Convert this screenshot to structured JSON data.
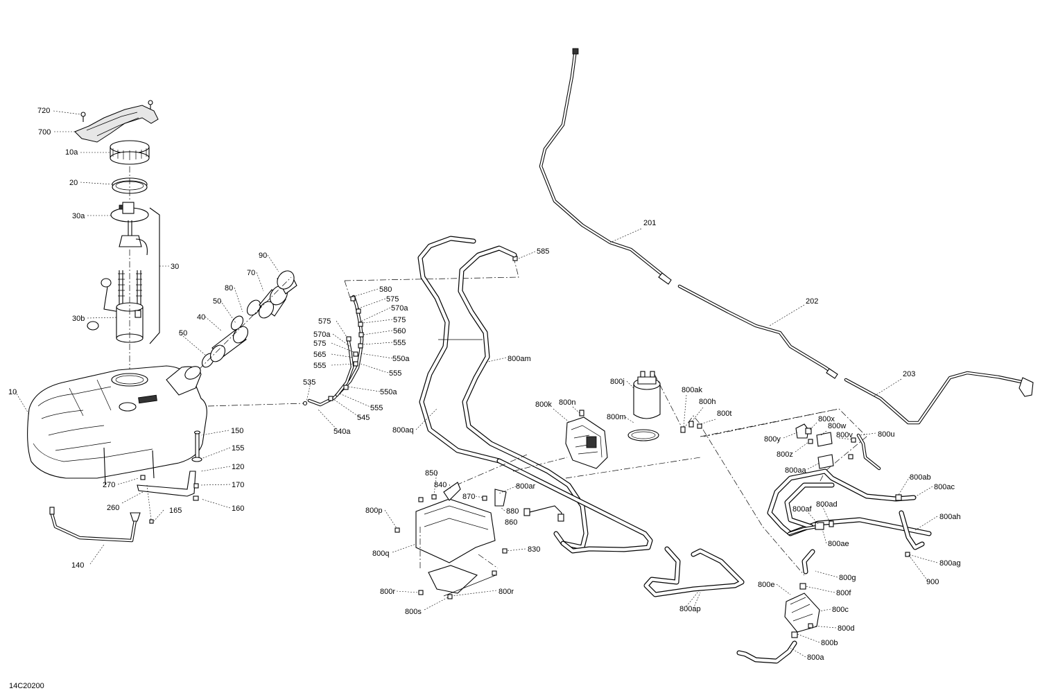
{
  "drawing_code": "14C20200",
  "labels": {
    "l720": "720",
    "l700": "700",
    "l10a": "10a",
    "l20": "20",
    "l30a": "30a",
    "l30": "30",
    "l30b": "30b",
    "l90": "90",
    "l70": "70",
    "l80": "80",
    "l50a": "50",
    "l40": "40",
    "l50b": "50",
    "l10": "10",
    "l150": "150",
    "l155": "155",
    "l120": "120",
    "l170": "170",
    "l160": "160",
    "l270": "270",
    "l260": "260",
    "l165": "165",
    "l140": "140",
    "l585": "585",
    "l580": "580",
    "l575a": "575",
    "l570a1": "570a",
    "l575b": "575",
    "l575c": "575",
    "l560": "560",
    "l570a2": "570a",
    "l575d": "575",
    "l555a": "555",
    "l565": "565",
    "l550a1": "550a",
    "l555b": "555",
    "l555c": "555",
    "l535": "535",
    "l550a2": "550a",
    "l555d": "555",
    "l545": "545",
    "l540a": "540a",
    "l800am": "800am",
    "l800aq": "800aq",
    "l201": "201",
    "l202": "202",
    "l203": "203",
    "l800j": "800j",
    "l800ak": "800ak",
    "l800h": "800h",
    "l800t": "800t",
    "l800m": "800m",
    "l800k": "800k",
    "l800n": "800n",
    "l800x": "800x",
    "l800w": "800w",
    "l800y": "800y",
    "l800v": "800v",
    "l800u": "800u",
    "l800z": "800z",
    "l800aa": "800aa",
    "l800ab": "800ab",
    "l800ac": "800ac",
    "l800ad": "800ad",
    "l800af": "800af",
    "l800ah": "800ah",
    "l800ae": "800ae",
    "l800ag": "800ag",
    "l900": "900",
    "l800g": "800g",
    "l800e": "800e",
    "l800f": "800f",
    "l800c": "800c",
    "l800d": "800d",
    "l800b": "800b",
    "l800a": "800a",
    "l800ap": "800ap",
    "l850": "850",
    "l840": "840",
    "l870": "870",
    "l880": "880",
    "l800ar": "800ar",
    "l860": "860",
    "l800p": "800p",
    "l800q": "800q",
    "l830": "830",
    "l800r1": "800r",
    "l800r2": "800r",
    "l800s": "800s"
  }
}
